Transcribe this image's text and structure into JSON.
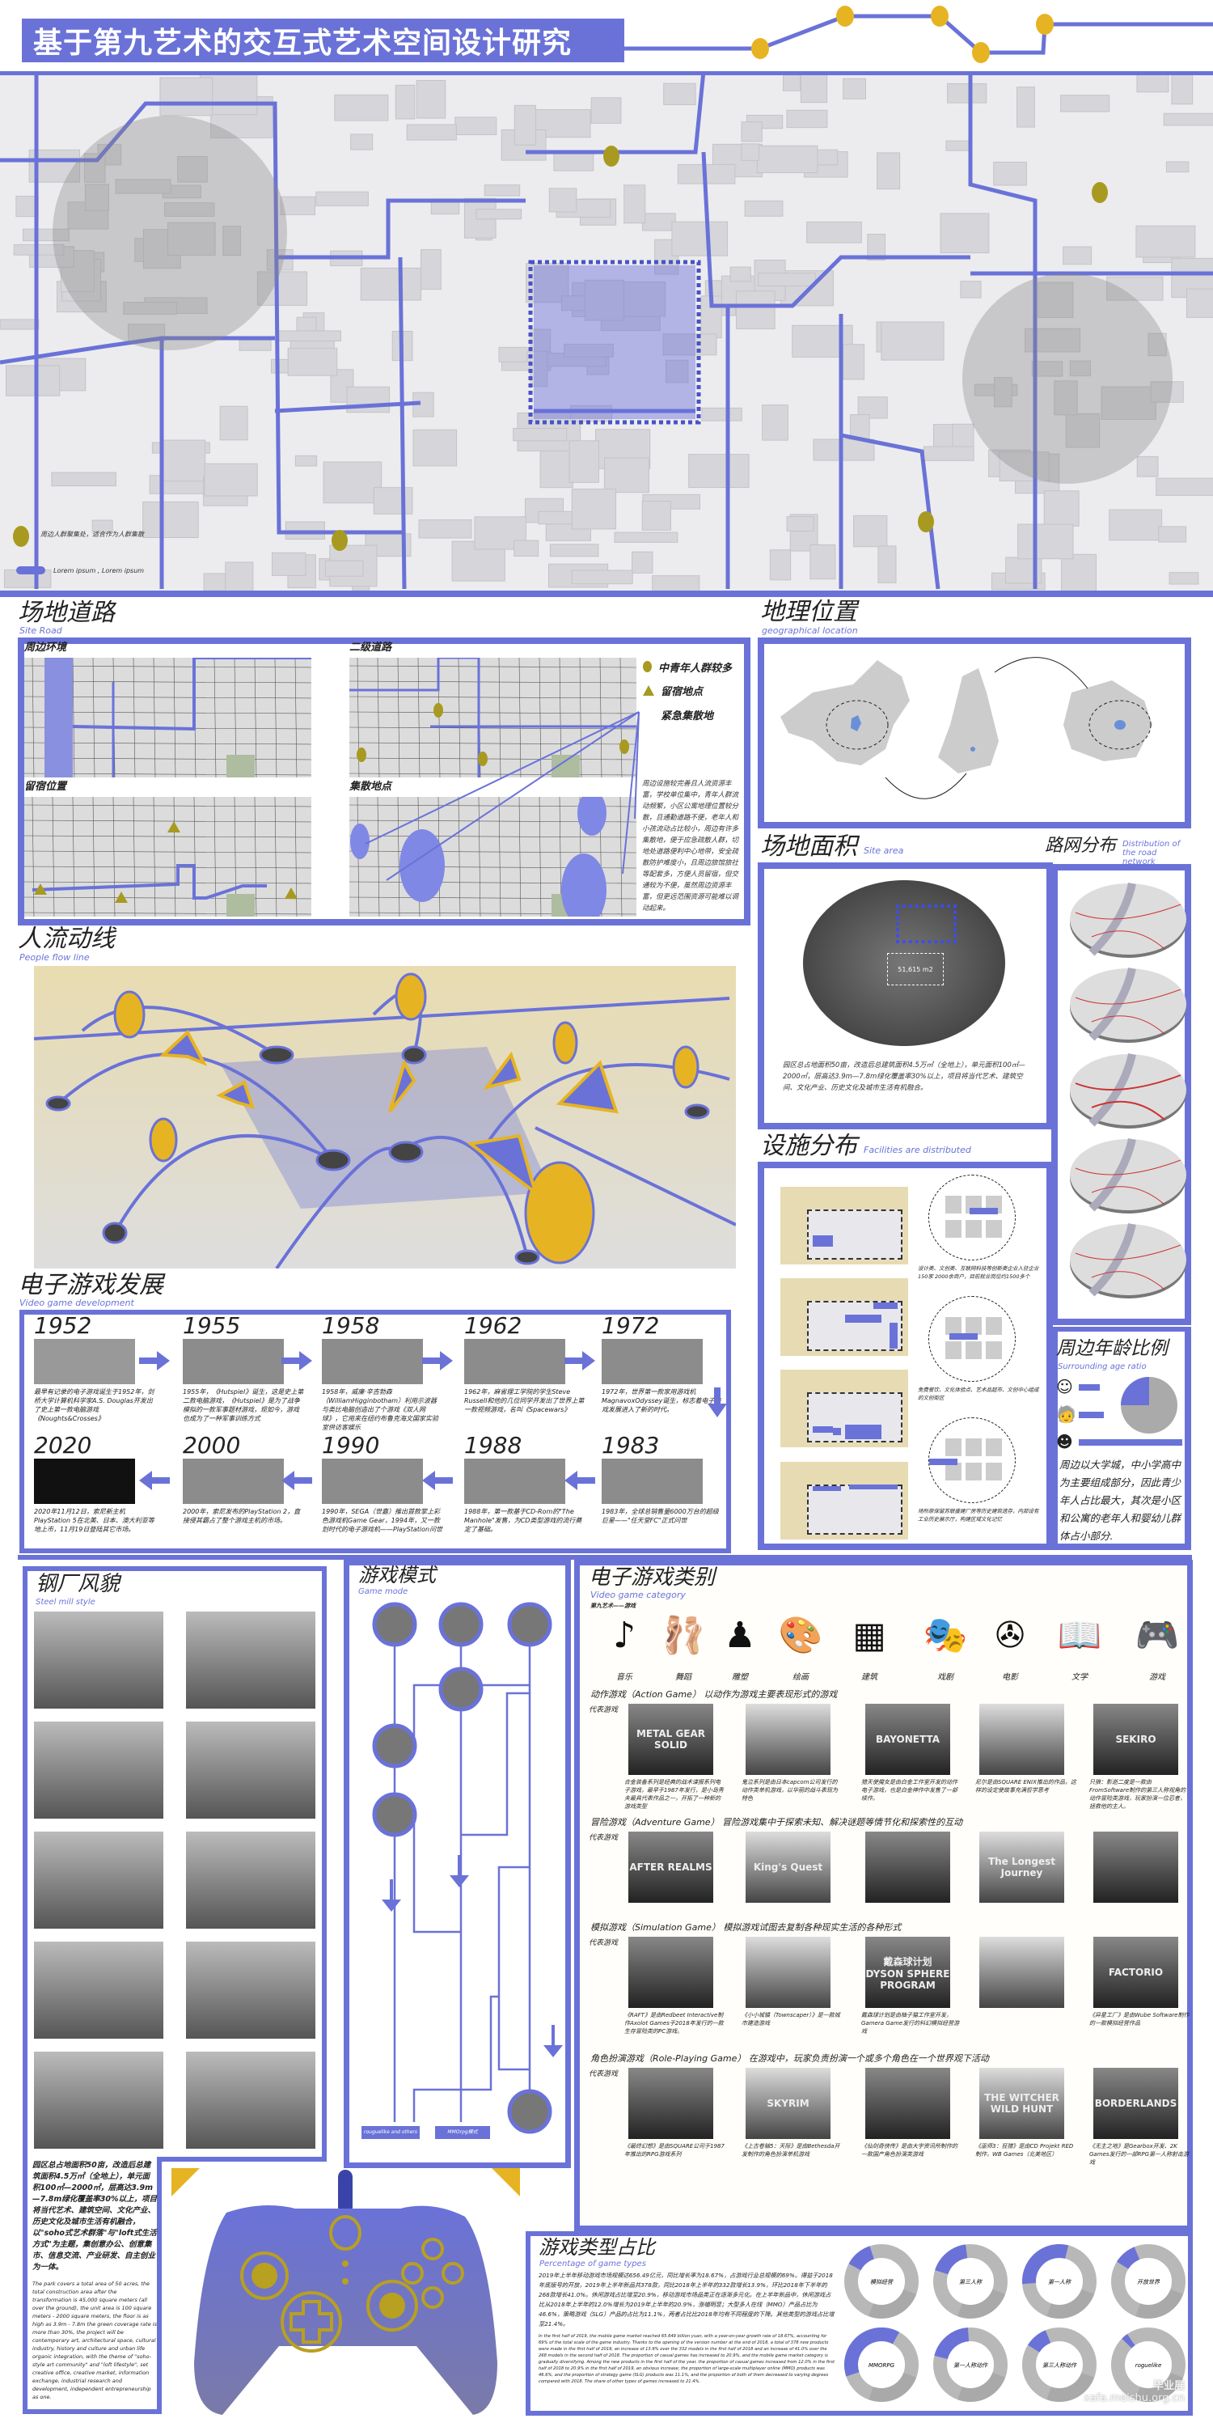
{
  "header": {
    "title": "基于第九艺术的交互式艺术空间设计研究"
  },
  "map": {
    "caption_left": "周边人群聚集处，适合作为人群集散",
    "legend_text": "Lorem ipsum , Lorem ipsum"
  },
  "site_road": {
    "title": "场地道路",
    "subtitle": "Site Road",
    "panels": [
      "周边环境",
      "二级道路",
      "留宿位置",
      "集散地点"
    ],
    "legend": [
      "中青年人群较多",
      "留宿地点",
      "紧急集散地"
    ],
    "text": "周边设施较完善且人流资源丰富，学校单位集中，青年人群流动频繁，小区公寓地理位置较分散，且通勤道路不便，老年人和小孩流动占比较小，周边有许多集散地，便于应急疏散人群，切地处道路便利中心地带，安全疏散防护难度小，且周边旅馆旅社等配套多，方便人员留宿，但交通较为不便，虽然周边资源丰富，但更远范围资源可能难以调动起来。"
  },
  "geo": {
    "title": "地理位置",
    "subtitle": "geographical location"
  },
  "site_area": {
    "title": "场地面积",
    "subtitle": "Site area",
    "area_label": "51,615 m2",
    "text": "园区总占地面积50亩，改造后总建筑面积4.5万㎡（全地上），单元面积100㎡—2000㎡，层高达3.9m—7.8m绿化覆盖率30%以上，项目将当代艺术、建筑空间、文化产业、历史文化及城市生活有机融合。"
  },
  "road_network": {
    "title": "路网分布",
    "subtitle": "Distribution of the road network"
  },
  "facilities": {
    "title": "设施分布",
    "subtitle": "Facilities are distributed",
    "captions": [
      "设计类、文创类、互联网科技等创新类企业入驻企业150家 2000余商户，目前就业岗位约1500多个",
      "免费餐饮、文化体验点、艺术品超市、文创中心组成的文创街区",
      "场所原保留苏联援建厂房等历史建筑遗存，内部设有工业历史展示厅，构建区域文化记忆"
    ]
  },
  "age": {
    "title": "周边年龄比例",
    "subtitle": "Surrounding age ratio",
    "groups": [
      {
        "name": "child",
        "share": 0.2
      },
      {
        "name": "elderly",
        "share": 0.24
      },
      {
        "name": "youth",
        "share": 1.0
      }
    ],
    "pie_blue_share": 0.25,
    "text": "周边以大学城，中小学高中为主要组成部分，因此青少年人占比最大，其次是小区和公寓的老年人和婴幼儿群体占小部分."
  },
  "flow": {
    "title": "人流动线",
    "subtitle": "People flow line"
  },
  "timeline": {
    "title": "电子游戏发展",
    "subtitle": "Video game development",
    "items": [
      {
        "year": "1952",
        "text": "最早有记录的电子游戏诞生于1952年，剑桥大学计算机科学家A.S. Douglas开发出了史上第一款电脑游戏《Noughts&Crosses》"
      },
      {
        "year": "1955",
        "text": "1955年，《Hutspiel》诞生，这是史上第二款电脑游戏，《Hutspiel》是为了战争模拟的一款军事题材游戏，现如今，游戏也成为了一种军事训练方式"
      },
      {
        "year": "1958",
        "text": "1958年，威廉·辛吉勃森（WilliamHigginbotham）利用示波器与类比电脑创造出了个游戏《双人网球》，它用来在纽约布鲁克海文国家实验室供访客娱乐"
      },
      {
        "year": "1962",
        "text": "1962年，麻省理工学院的学生Steve Russell和他的几位同学开发出了世界上第一款视频游戏，名叫《Spacewars》"
      },
      {
        "year": "1972",
        "text": "1972年，世界第一款家用游戏机MagnavoxOdyssey诞生，标志着电子游戏发展进入了新的时代。"
      },
      {
        "year": "1983",
        "text": "1983年，全球总销售量6000万台的超级巨星——\"任天堂FC\"正式问世"
      },
      {
        "year": "1988",
        "text": "1988年，第一款基于CD-Rom的\"The Manhole\"发售，为CD类型游戏的流行奠定了基础。"
      },
      {
        "year": "1990",
        "text": "1990年，SEGA（世嘉）推出首款掌上彩色游戏机Game Gear，1994年，又一款划时代的电子游戏机——PlayStation问世"
      },
      {
        "year": "2000",
        "text": "2000年，索尼发布的PlayStation 2，直接侵其霸占了整个游戏主机的市场。"
      },
      {
        "year": "2020",
        "text": "2020年11月12日，索尼新主机PlayStation 5在北美、日本、澳大利亚等地上市，11月19日登陆其它市场。"
      }
    ]
  },
  "steel": {
    "title": "钢厂风貌",
    "subtitle": "Steel mill style",
    "text_cn": "园区总占地面积50亩，改造后总建筑面积4.5万㎡（全地上），单元面积100㎡—2000㎡，层高达3.9m—7.8m绿化覆盖率30%以上，项目将当代艺术、建筑空间、文化产业、历史文化及城市生活有机融合，以\"soho式艺术群落\"与\"loft式生活方式\"为主题，集创意办公、创意集市、信息交流、产业研发、自主创业为一体。",
    "text_en": "The park covers a total area of 50 acres, the total construction area after the transformation is 45,000 square meters (all over the ground), the unit area is 100 square meters - 2000 square meters, the floor is as high as 3.9m - 7.8m the green coverage rate is more than 30%, the project will be contemporary art, architectural space, cultural industry, history and culture and urban life organic integration, with the theme of \"soho-style art community\" and \"loft lifestyle\", set creative office, creative market, information exchange, industrial research and development, independent entrepreneurship as one."
  },
  "game_mode": {
    "title": "游戏模式",
    "subtitle": "Game mode",
    "labels": [
      "rouguelike and others",
      "MMOrpg模式"
    ]
  },
  "category": {
    "title": "电子游戏类别",
    "subtitle": "Video game category",
    "note": "第九艺术——游戏",
    "arts": [
      {
        "icon": "music-note-icon",
        "glyph": "♪",
        "label": "音乐"
      },
      {
        "icon": "dancer-icon",
        "glyph": "🩰",
        "label": "舞蹈"
      },
      {
        "icon": "sculpture-icon",
        "glyph": "♟",
        "label": "雕塑"
      },
      {
        "icon": "palette-icon",
        "glyph": "🎨",
        "label": "绘画"
      },
      {
        "icon": "building-icon",
        "glyph": "▦",
        "label": "建筑"
      },
      {
        "icon": "theater-masks-icon",
        "glyph": "🎭",
        "label": "戏剧"
      },
      {
        "icon": "film-reel-icon",
        "glyph": "✇",
        "label": "电影"
      },
      {
        "icon": "book-icon",
        "glyph": "📖",
        "label": "文学"
      },
      {
        "icon": "gamepad-icon",
        "glyph": "🎮",
        "label": "游戏"
      }
    ],
    "rep_label": "代表游戏",
    "genres": [
      {
        "title": "动作游戏（Action Game） 以动作为游戏主要表现形式的游戏",
        "games": [
          {
            "cover": "METAL GEAR SOLID",
            "caption": "合金装备系列是经典的战术谍报系列电子游戏，最早于1987年发行，是小岛秀夫最具代表作品之一，开拓了一种新的游戏类型"
          },
          {
            "cover": "",
            "caption": "鬼泣系列是由日本capcom公司发行的动作类单机游戏，以华丽的战斗表现为特色"
          },
          {
            "cover": "BAYONETTA",
            "caption": "猎天使魔女是由白金工作室开发的动作电子游戏，也是白金神作中发售了一部续作。"
          },
          {
            "cover": "",
            "caption": "尼尔是由SQUARE ENIX推出的作品，这样的设定使故事充满哲学思考"
          },
          {
            "cover": "SEKIRO",
            "caption": "只狼：影逝二度是一款由FromSoftware制作的第三人称视角的动作冒险类游戏，玩家扮演一位忍者，拯救他的主人。"
          }
        ]
      },
      {
        "title": "冒险游戏（Adventure Game） 冒险游戏集中于探索未知、解决谜题等情节化和探索性的互动",
        "games": [
          {
            "cover": "AFTER REALMS",
            "caption": ""
          },
          {
            "cover": "King's Quest",
            "caption": ""
          },
          {
            "cover": "",
            "caption": ""
          },
          {
            "cover": "The Longest Journey",
            "caption": ""
          },
          {
            "cover": "",
            "caption": ""
          }
        ]
      },
      {
        "title": "模拟游戏（Simulation Game） 模拟游戏试图去复制各种现实生活的各种形式",
        "games": [
          {
            "cover": "",
            "caption": "《RAFT》是由Redbeet Interactive制作Axolot Games于2018年发行的一款生存冒险类的PC游戏。"
          },
          {
            "cover": "",
            "caption": "《小小城镇（Townscaper）》是一款城市建造游戏"
          },
          {
            "cover": "戴森球计划 DYSON SPHERE PROGRAM",
            "caption": "戴森球计划是由柚子猫工作室开发，Gamera Game发行的科幻模拟经营游戏"
          },
          {
            "cover": "",
            "caption": ""
          },
          {
            "cover": "FACTORIO",
            "caption": "《异星工厂》是由Wube Software制作的一款模拟经营作品"
          }
        ]
      },
      {
        "title": "角色扮演游戏（Role-Playing Game） 在游戏中，玩家负责扮演一个或多个角色在一个世界观下活动",
        "games": [
          {
            "cover": "",
            "caption": "《最终幻想》是由SQUARE公司于1987年推出的RPG游戏系列"
          },
          {
            "cover": "SKYRIM",
            "caption": "《上古卷轴5：天际》是由Bethesda开发制作的角色扮演单机游戏"
          },
          {
            "cover": "",
            "caption": "《仙剑奇侠传》是由大宇资讯所制作的一款国产角色扮演类游戏"
          },
          {
            "cover": "THE WITCHER WILD HUNT",
            "caption": "《巫师3：狂猎》是由CD Projekt RED制作，WB Games（北美地区）"
          },
          {
            "cover": "BORDERLANDS",
            "caption": "《无主之地》是Gearbox开发、2K Games发行的一部RPG第一人称射击游戏"
          }
        ]
      }
    ]
  },
  "percentage": {
    "title": "游戏类型占比",
    "subtitle": "Percentage of game types",
    "text_cn": "2019年上半年移动游戏市场规模达656.49亿元，同比增长率为18.67%，占游戏行业总规模的69%。得益于2018年底版号的开放，2019年上半年新品共378款，同比2018年上半年的332款增长13.9%，环比2018年下半年的268款增长41.0%。休闲游戏占比增至20.9%，移动游戏市场品类正在逐渐多元化。在上半年新品中，休闲游戏占比从2018年上半年的12.0%增长为2019年上半年的20.9%，涨幅明显；大型多人在线（MMO）产品占比为46.6%，策略游戏（SLG）产品的占比为11.1%，两者占比比2018年均有不同程度的下降。其他类型的游戏占比增至21.4%。",
    "text_en": "In the first half of 2019, the mobile game market reached 65.649 billion yuan, with a year-on-year growth rate of 18.67%, accounting for 69% of the total scale of the game industry. Thanks to the opening of the version number at the end of 2018, a total of 378 new products were made in the first half of 2019, an increase of 13.9% over the 332 models in the first half of 2018 and an increase of 41.0% over the 268 models in the second half of 2018. The proportion of casual games has increased to 20.9%, and the mobile game market category is gradually diversifying. Among the new products in the first half of the year, the proportion of casual games increased from 12.0% in the first half of 2018 to 20.9% in the first half of 2019, an obvious increase; the proportion of large-scale multiplayer online (MMO) products was 46.6%, and the proportion of strategy game (SLG) products was 11.1%, and the proportion of both of them decreased to varying degrees compared with 2018. The share of other types of games increased to 21.4%."
  },
  "chart_data": {
    "type": "pie",
    "title": "游戏类型占比",
    "donut": true,
    "categories": [
      "模拟经营",
      "第三人称",
      "第一人称",
      "开放世界",
      "MMORPG",
      "第一人称动作",
      "第三人称动作",
      "roguelike"
    ],
    "highlight_share": [
      0.12,
      0.18,
      0.3,
      0.1,
      0.38,
      0.2,
      0.1,
      0.03
    ],
    "colors": {
      "highlight": "#6a72d8",
      "rest": "#b8b8b8"
    }
  },
  "watermark": {
    "text": "毕业展",
    "url": "xafa.meishu.org.cn"
  },
  "colors": {
    "accent": "#6a72d8",
    "yellow": "#e6b422",
    "olive": "#a89a20"
  }
}
